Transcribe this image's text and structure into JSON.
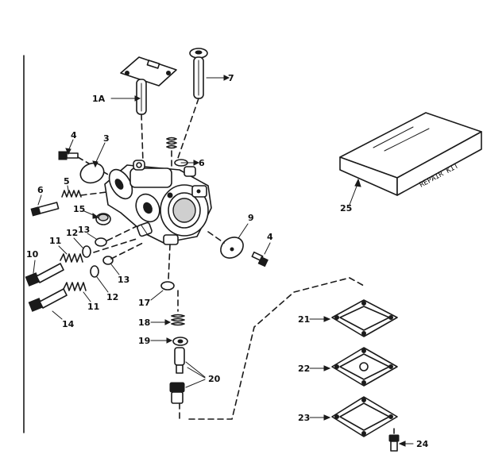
{
  "diagram": {
    "callouts": {
      "p1a": "1A",
      "p3": "3",
      "p4a": "4",
      "p4b": "4",
      "p5": "5",
      "p6a": "6",
      "p6b": "6",
      "p7": "7",
      "p9": "9",
      "p10": "10",
      "p11a": "11",
      "p11b": "11",
      "p12a": "12",
      "p12b": "12",
      "p13a": "13",
      "p13b": "13",
      "p14": "14",
      "p15": "15",
      "p17": "17",
      "p18": "18",
      "p19": "19",
      "p20": "20",
      "p21": "21",
      "p22": "22",
      "p23": "23",
      "p24": "24",
      "p25": "25"
    },
    "repair_kit_label": "REPAIR KIT"
  }
}
